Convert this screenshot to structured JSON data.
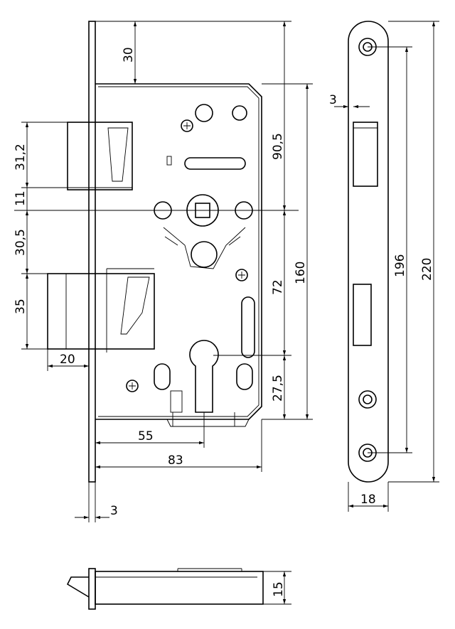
{
  "drawing": {
    "dimensions": {
      "top_offset": "30",
      "spindle_from_top": "90,5",
      "body_height": "160",
      "latch_height": "31,2",
      "latch_to_spindle": "11",
      "spindle_to_bolt": "30,5",
      "bolt_height": "35",
      "bolt_throw": "20",
      "spindle_to_cylinder": "72",
      "cylinder_to_bottom": "27,5",
      "backset": "55",
      "body_depth": "83",
      "faceplate_thickness": "3",
      "faceplate_step": "3",
      "screw_spacing": "196",
      "faceplate_length": "220",
      "faceplate_width": "18",
      "body_thickness": "15"
    }
  }
}
